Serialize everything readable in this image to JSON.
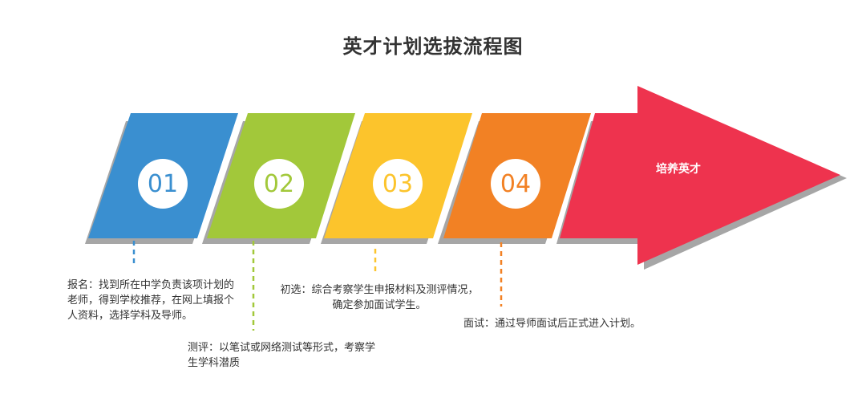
{
  "title": "英才计划选拔流程图",
  "colors": {
    "step1": "#3a8fd0",
    "step2": "#a2c83a",
    "step3": "#fcc42c",
    "step4": "#f28124",
    "arrow": "#ee334e",
    "shadow": "#a6a6a6"
  },
  "steps": [
    {
      "number": "01",
      "description": "报名：找到所在中学负责该项计划的老师，得到学校推荐，在网上填报个人资料，选择学科及导师。"
    },
    {
      "number": "02",
      "description": "测评：以笔试或网络测试等形式，考察学生学科潜质"
    },
    {
      "number": "03",
      "description": "初选：综合考察学生申报材料及测评情况，确定参加面试学生。"
    },
    {
      "number": "04",
      "description": "面试：通过导师面试后正式进入计划。"
    }
  ],
  "final": {
    "label": "培养英才"
  }
}
